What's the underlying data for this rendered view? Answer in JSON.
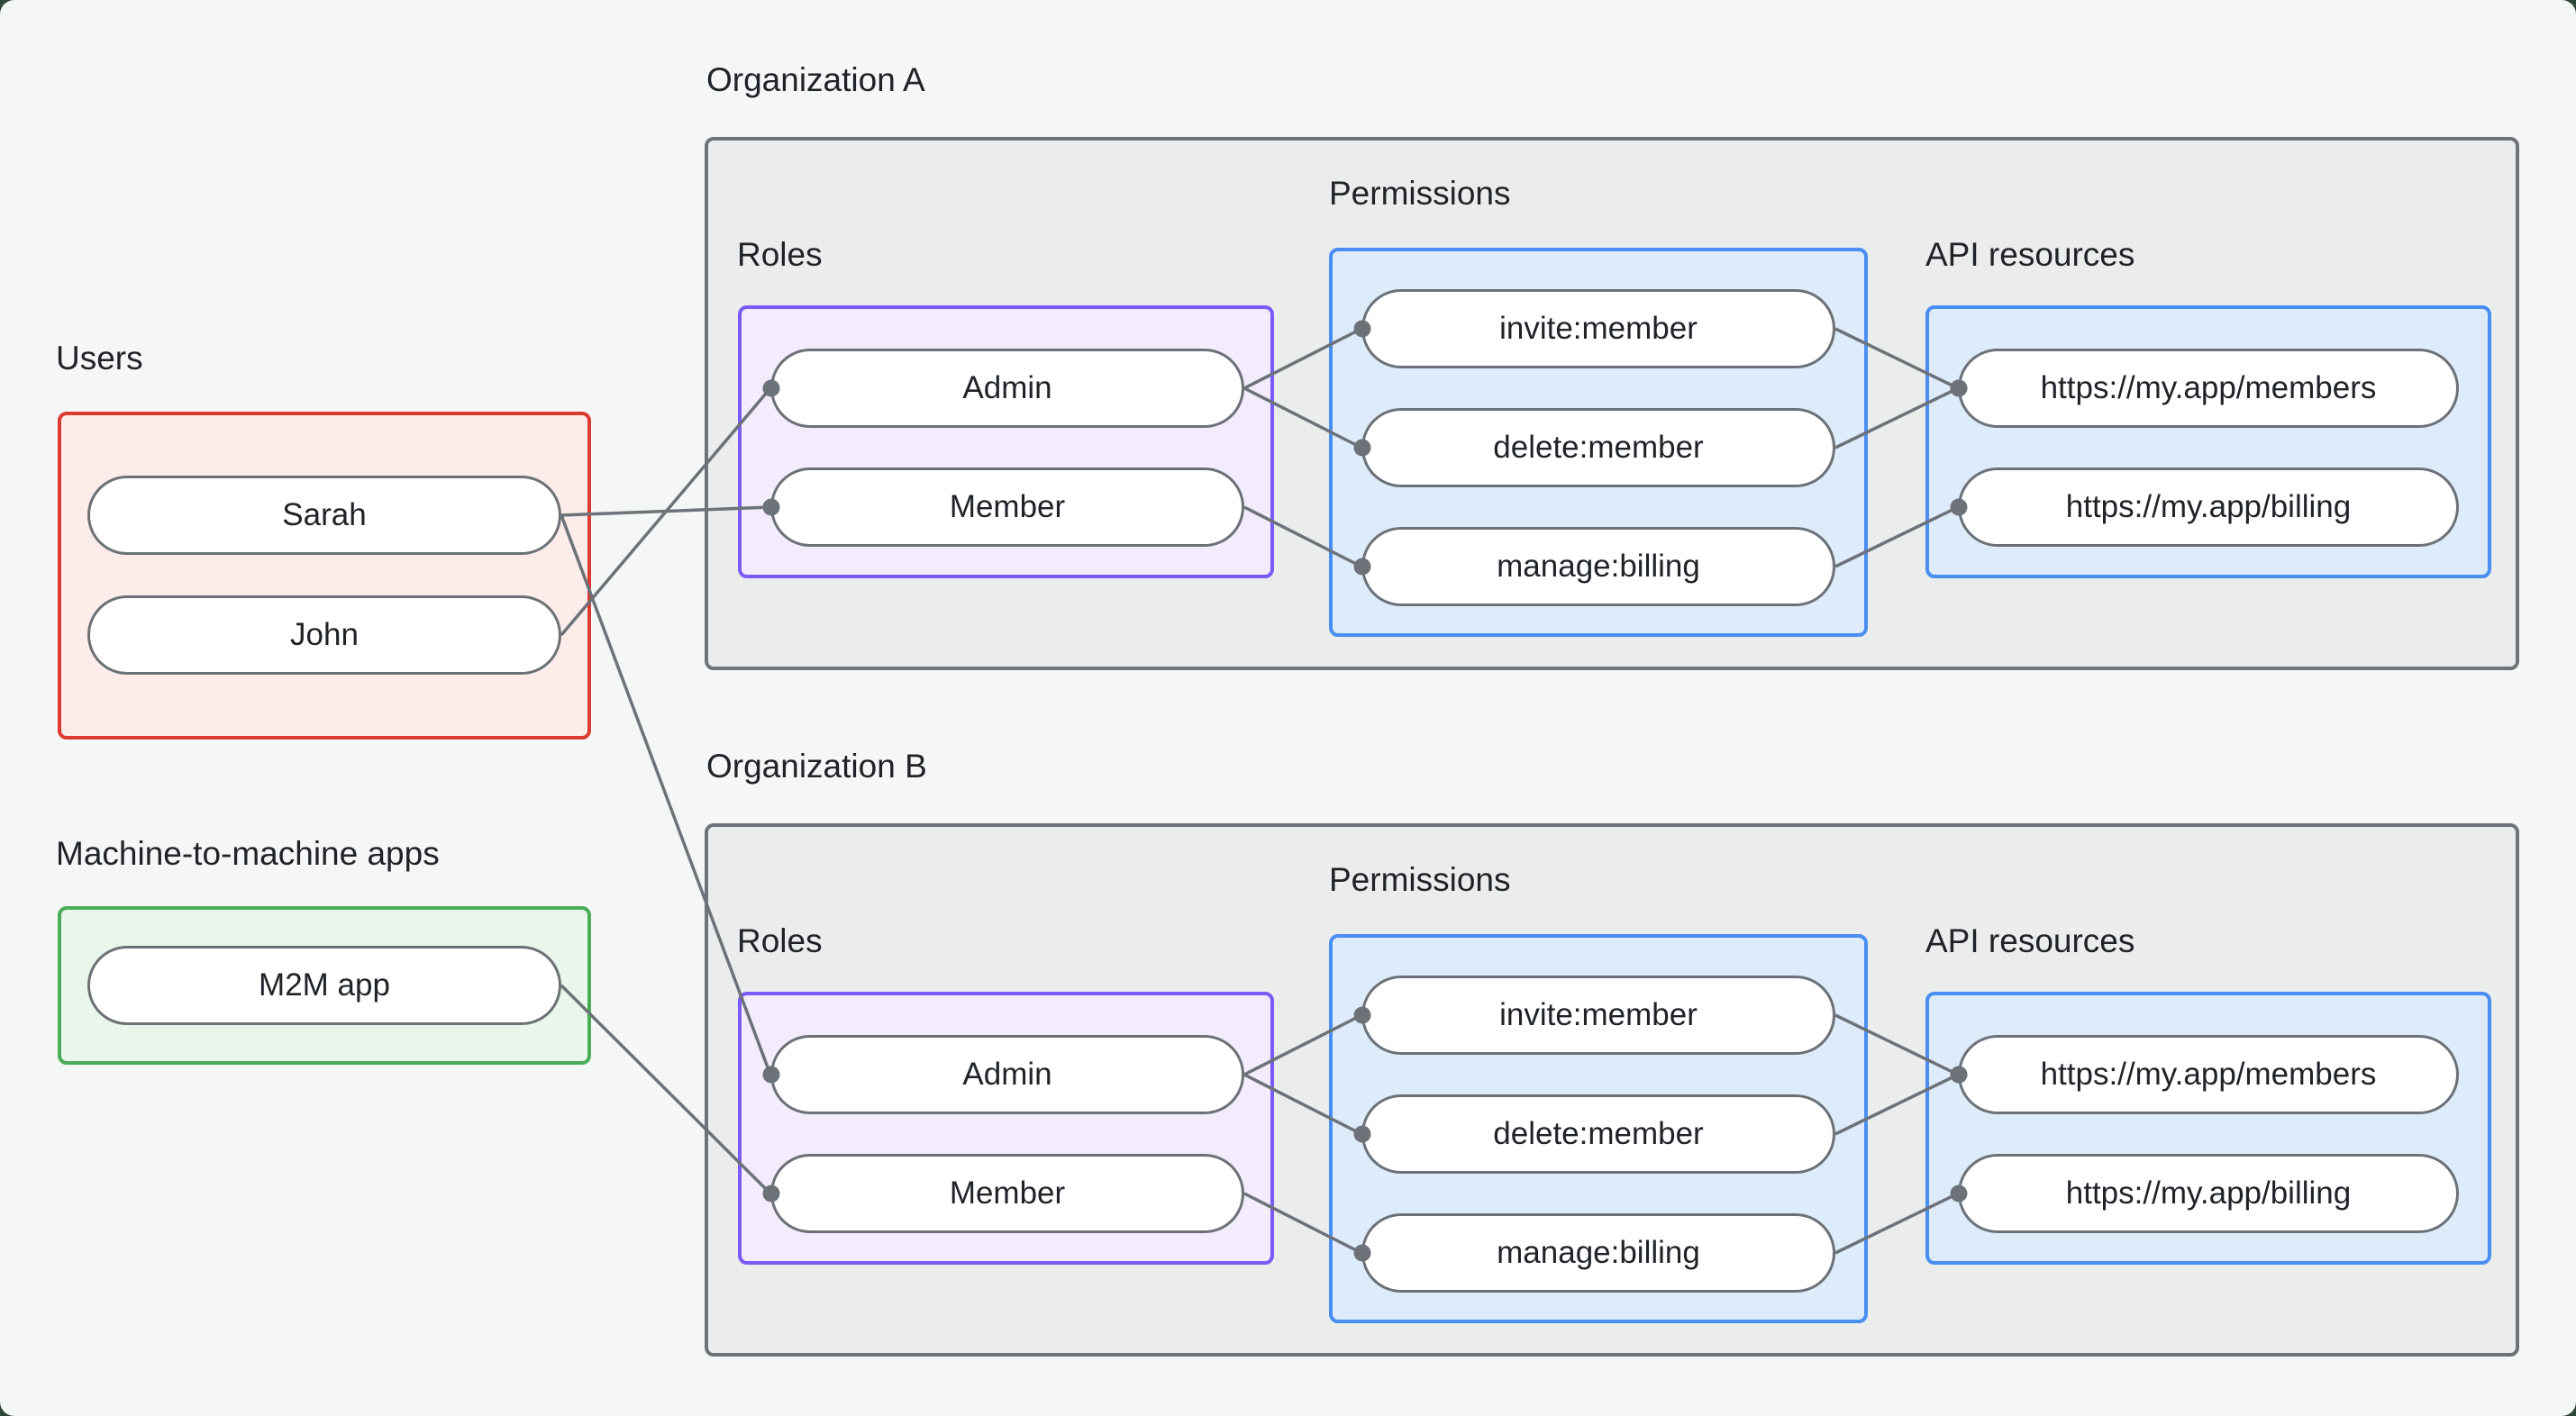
{
  "users": {
    "label": "Users",
    "nodes": [
      {
        "id": "sarah",
        "label": "Sarah"
      },
      {
        "id": "john",
        "label": "John"
      }
    ]
  },
  "m2m": {
    "label": "Machine-to-machine apps",
    "nodes": [
      {
        "id": "m2m",
        "label": "M2M app"
      }
    ]
  },
  "orgs": [
    {
      "title": "Organization A",
      "roles_label": "Roles",
      "permissions_label": "Permissions",
      "api_label": "API resources",
      "roles": [
        {
          "id": "a-admin",
          "label": "Admin"
        },
        {
          "id": "a-member",
          "label": "Member"
        }
      ],
      "permissions": [
        {
          "id": "a-invite",
          "label": "invite:member"
        },
        {
          "id": "a-delete",
          "label": "delete:member"
        },
        {
          "id": "a-manage",
          "label": "manage:billing"
        }
      ],
      "apis": [
        {
          "id": "a-members",
          "label": "https://my.app/members"
        },
        {
          "id": "a-billing",
          "label": "https://my.app/billing"
        }
      ]
    },
    {
      "title": "Organization B",
      "roles_label": "Roles",
      "permissions_label": "Permissions",
      "api_label": "API resources",
      "roles": [
        {
          "id": "b-admin",
          "label": "Admin"
        },
        {
          "id": "b-member",
          "label": "Member"
        }
      ],
      "permissions": [
        {
          "id": "b-invite",
          "label": "invite:member"
        },
        {
          "id": "b-delete",
          "label": "delete:member"
        },
        {
          "id": "b-manage",
          "label": "manage:billing"
        }
      ],
      "apis": [
        {
          "id": "b-members",
          "label": "https://my.app/members"
        },
        {
          "id": "b-billing",
          "label": "https://my.app/billing"
        }
      ]
    }
  ],
  "edges": [
    {
      "from": "sarah",
      "to": "a-member"
    },
    {
      "from": "john",
      "to": "a-admin"
    },
    {
      "from": "sarah",
      "to": "b-admin"
    },
    {
      "from": "m2m",
      "to": "b-member"
    },
    {
      "from": "a-admin",
      "to": "a-invite"
    },
    {
      "from": "a-admin",
      "to": "a-delete"
    },
    {
      "from": "a-member",
      "to": "a-manage"
    },
    {
      "from": "a-invite",
      "to": "a-members"
    },
    {
      "from": "a-delete",
      "to": "a-members"
    },
    {
      "from": "a-manage",
      "to": "a-billing"
    },
    {
      "from": "b-admin",
      "to": "b-invite"
    },
    {
      "from": "b-admin",
      "to": "b-delete"
    },
    {
      "from": "b-member",
      "to": "b-manage"
    },
    {
      "from": "b-invite",
      "to": "b-members"
    },
    {
      "from": "b-delete",
      "to": "b-members"
    },
    {
      "from": "b-manage",
      "to": "b-billing"
    }
  ],
  "colors": {
    "backdrop": "#30463a",
    "page_bg": "#f5f7f6",
    "text": "#1f2328",
    "users_border": "#dc3b31",
    "users_fill": "#fcecea",
    "m2m_border": "#4bad5a",
    "m2m_fill": "#e9f6eb",
    "org_border": "#6d7377",
    "org_fill": "#ebedec",
    "roles_border": "#7b5bf6",
    "roles_fill": "#f2ecfd",
    "blue_border": "#4a8ef2",
    "blue_fill": "#deebfb",
    "node_border": "#6b7176",
    "edge": "#6c7277"
  }
}
